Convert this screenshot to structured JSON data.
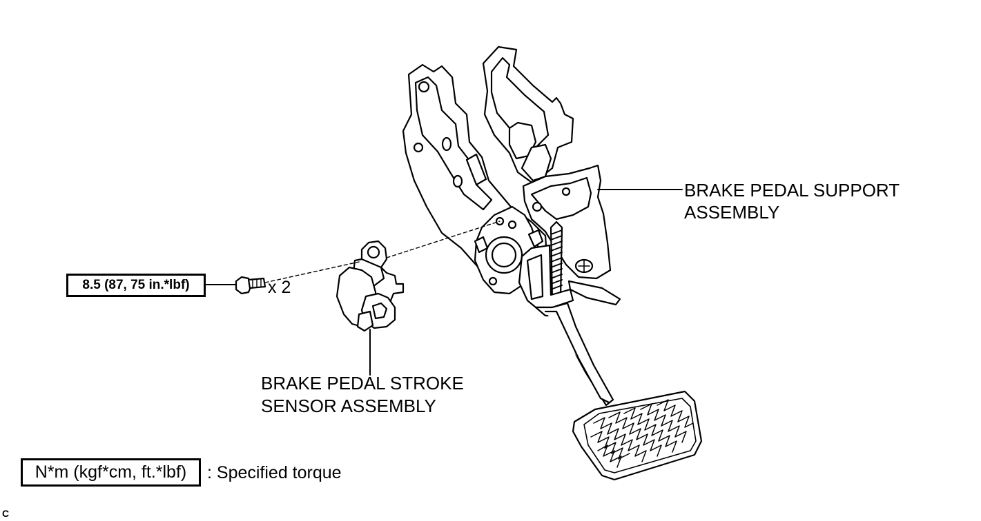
{
  "labels": {
    "support_line1": "BRAKE PEDAL SUPPORT",
    "support_line2": "ASSEMBLY",
    "sensor_line1": "BRAKE PEDAL STROKE",
    "sensor_line2": "SENSOR ASSEMBLY"
  },
  "torque": {
    "value": "8.5 (87, 75 in.*lbf)",
    "quantity": "x 2"
  },
  "legend": {
    "units": "N*m (kgf*cm, ft.*lbf)",
    "description": ": Specified torque"
  },
  "corner_code": "C"
}
